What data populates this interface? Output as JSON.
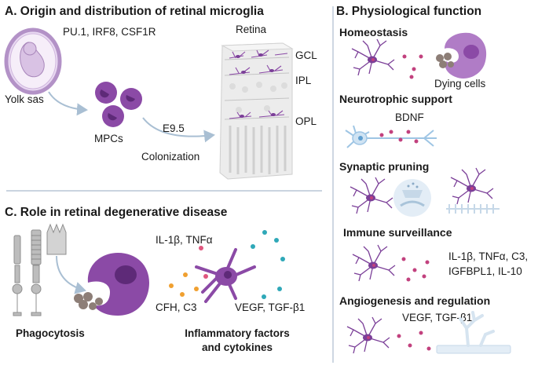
{
  "panel_a": {
    "title": "A. Origin and distribution of retinal microglia",
    "transcription_factors": "PU.1, IRF8, CSF1R",
    "yolk_sac_label": "Yolk sas",
    "mpcs_label": "MPCs",
    "e95_label": "E9.5",
    "colonization_label": "Colonization",
    "retina_label": "Retina",
    "layers": [
      "GCL",
      "IPL",
      "OPL"
    ]
  },
  "panel_b": {
    "title": "B. Physiological function",
    "homeostasis": "Homeostasis",
    "dying_cells": "Dying cells",
    "neurotrophic": "Neurotrophic support",
    "bdnf": "BDNF",
    "synaptic": "Synaptic pruning",
    "immune": "Immune surveillance",
    "immune_factors_1": "IL-1β, TNFα, C3,",
    "immune_factors_2": "IGFBPL1, IL-10",
    "angio": "Angiogenesis and regulation",
    "angio_factors": "VEGF, TGF-β1"
  },
  "panel_c": {
    "title": "C. Role in retinal degenerative disease",
    "cytokines_top": "IL-1β, TNFα",
    "cfh": "CFH, C3",
    "vegf": "VEGF, TGF-β1",
    "phagocytosis": "Phagocytosis",
    "inflammatory_1": "Inflammatory factors",
    "inflammatory_2": "and cytokines"
  },
  "colors": {
    "microglia": "#7b3f98",
    "microglia_light": "#b07cc6",
    "dot": "#c2417e",
    "divider": "#b9c6d6",
    "neuron": "#9ec5e4",
    "gray": "#9a9a9a"
  }
}
